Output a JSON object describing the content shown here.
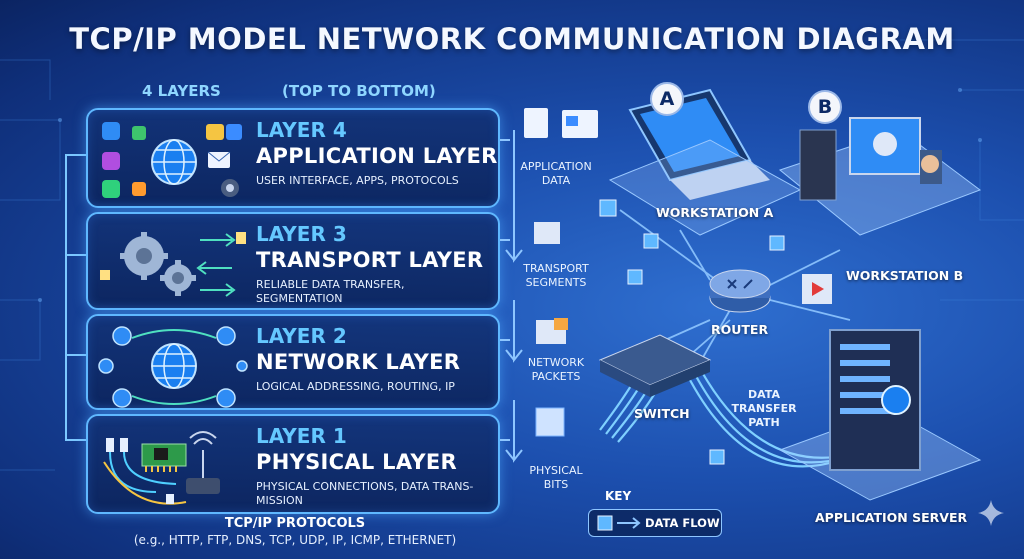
{
  "title": "TCP/IP MODEL NETWORK COMMUNICATION DIAGRAM",
  "layers_heading": "4 LAYERS",
  "order_heading": "(TOP TO BOTTOM)",
  "layers": [
    {
      "num": "LAYER 4",
      "name": "APPLICATION LAYER",
      "desc": "USER INTERFACE, APPS, PROTOCOLS"
    },
    {
      "num": "LAYER 3",
      "name": "TRANSPORT LAYER",
      "desc": "RELIABLE DATA TRANSFER, SEGMENTATION"
    },
    {
      "num": "LAYER 2",
      "name": "NETWORK LAYER",
      "desc": "LOGICAL ADDRESSING, ROUTING, IP"
    },
    {
      "num": "LAYER 1",
      "name": "PHYSICAL LAYER",
      "desc": "PHYSICAL CONNECTIONS, DATA TRANS-MISSION"
    }
  ],
  "data_units": [
    {
      "line1": "APPLICATION",
      "line2": "DATA"
    },
    {
      "line1": "TRANSPORT",
      "line2": "SEGMENTS"
    },
    {
      "line1": "NETWORK",
      "line2": "PACKETS"
    },
    {
      "line1": "PHYSICAL",
      "line2": "BITS"
    }
  ],
  "nodes": {
    "marker_a": "A",
    "marker_b": "B",
    "workstation_a": "WORKSTATION A",
    "workstation_b": "WORKSTATION B",
    "router": "ROUTER",
    "switch": "SWITCH",
    "server": "APPLICATION SERVER",
    "path_line1": "DATA",
    "path_line2": "TRANSFER",
    "path_line3": "PATH"
  },
  "protocols": {
    "title": "TCP/IP PROTOCOLS",
    "list": "(e.g., HTTP, FTP, DNS, TCP, UDP, IP, ICMP, ETHERNET)"
  },
  "key": {
    "title": "KEY",
    "label": "DATA FLOW"
  },
  "colors": {
    "accent": "#65c8ff",
    "border": "#5fb8ff",
    "background": "#1c4fae",
    "cable": "#7fd0ff"
  }
}
